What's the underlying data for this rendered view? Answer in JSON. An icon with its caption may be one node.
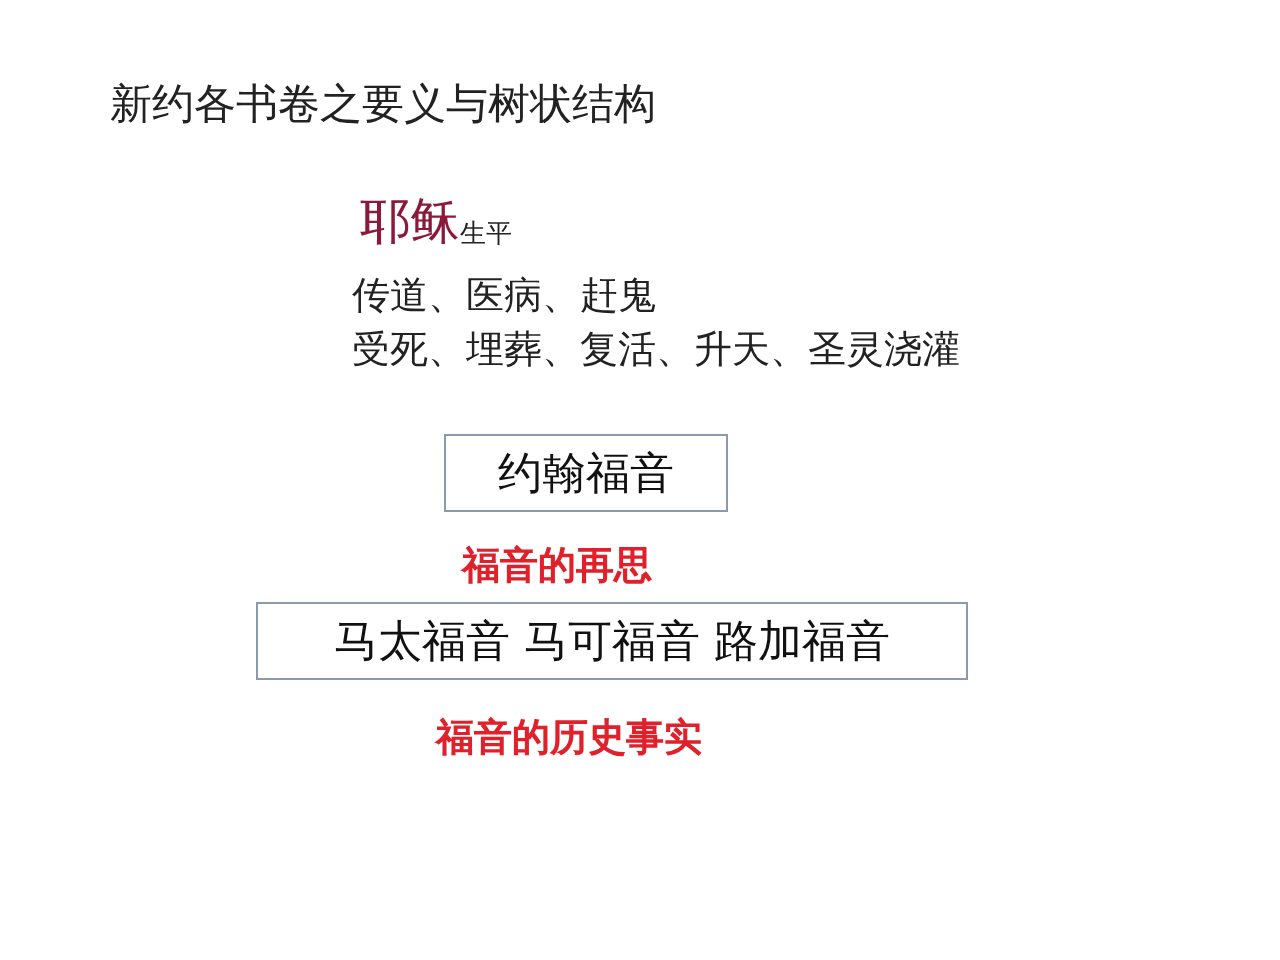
{
  "diagram": {
    "title": "新约各书卷之要义与树状结构",
    "nodes": [
      {
        "text": [
          "约翰福音"
        ]
      },
      {
        "text": [
          "马太福音 马可福音 路加福音"
        ]
      }
    ],
    "labels": [
      "耶稣$_{生平}$",
      "传道、医病、赶鬼",
      "受死、埋葬、复活、升天、圣灵浇灌",
      "福音的再思",
      "福音的历史事实"
    ]
  }
}
